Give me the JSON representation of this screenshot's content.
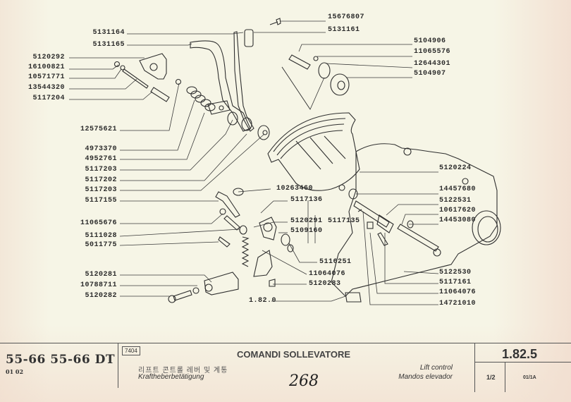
{
  "diagram": {
    "labels_left": [
      {
        "id": "p1",
        "text": "5131164"
      },
      {
        "id": "p2",
        "text": "5131165"
      },
      {
        "id": "p3",
        "text": "5120292"
      },
      {
        "id": "p4",
        "text": "16100821"
      },
      {
        "id": "p5",
        "text": "10571771"
      },
      {
        "id": "p6",
        "text": "13544320"
      },
      {
        "id": "p7",
        "text": "5117204"
      },
      {
        "id": "p8",
        "text": "12575621"
      },
      {
        "id": "p9",
        "text": "4973370"
      },
      {
        "id": "p10",
        "text": "4952761"
      },
      {
        "id": "p11",
        "text": "5117203"
      },
      {
        "id": "p12",
        "text": "5117202"
      },
      {
        "id": "p13",
        "text": "5117203"
      },
      {
        "id": "p14",
        "text": "5117155"
      },
      {
        "id": "p15",
        "text": "11065676"
      },
      {
        "id": "p16",
        "text": "5111028"
      },
      {
        "id": "p17",
        "text": "5011775"
      },
      {
        "id": "p18",
        "text": "5120281"
      },
      {
        "id": "p19",
        "text": "10788711"
      },
      {
        "id": "p20",
        "text": "5120282"
      }
    ],
    "labels_top": [
      {
        "id": "t1",
        "text": "15676807"
      },
      {
        "id": "t2",
        "text": "5131161"
      }
    ],
    "labels_right": [
      {
        "id": "r1",
        "text": "5104906"
      },
      {
        "id": "r2",
        "text": "11065576"
      },
      {
        "id": "r3",
        "text": "12644301"
      },
      {
        "id": "r4",
        "text": "5104907"
      },
      {
        "id": "r5",
        "text": "5120224"
      },
      {
        "id": "r6",
        "text": "14457680"
      },
      {
        "id": "r7",
        "text": "5122531"
      },
      {
        "id": "r8",
        "text": "10617620"
      },
      {
        "id": "r9",
        "text": "14453080"
      },
      {
        "id": "r10",
        "text": "5122530"
      },
      {
        "id": "r11",
        "text": "5117161"
      },
      {
        "id": "r12",
        "text": "11064076"
      },
      {
        "id": "r13",
        "text": "14721010"
      }
    ],
    "labels_center": [
      {
        "id": "c1",
        "text": "10263460"
      },
      {
        "id": "c2",
        "text": "5117136"
      },
      {
        "id": "c3",
        "text": "5120291"
      },
      {
        "id": "c4",
        "text": "5117135"
      },
      {
        "id": "c5",
        "text": "5109160"
      },
      {
        "id": "c6",
        "text": "5116251"
      },
      {
        "id": "c7",
        "text": "11064076"
      },
      {
        "id": "c8",
        "text": "5120283"
      },
      {
        "id": "c9",
        "text": "1.82.0"
      }
    ]
  },
  "footer": {
    "models": "55-66  55-66 DT",
    "model_variants": "01  02",
    "group_code": "7404",
    "title": "COMANDI SOLLEVATORE",
    "title_korean": "리프트 콘트롤 레버 및 계통",
    "title_german": "Kraftheberbetätigung",
    "title_english": "Lift control",
    "title_spanish": "Mandos elevador",
    "handwritten_page": "268",
    "section_number": "1.82.5",
    "sheet": "1/2",
    "revision": "01/1A"
  }
}
